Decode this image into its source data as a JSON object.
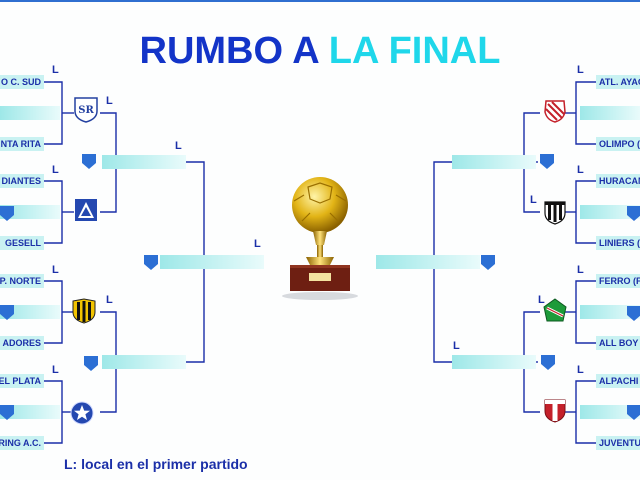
{
  "header": {
    "title_part1": "RUMBO A ",
    "title_part2": "LA FINAL"
  },
  "legend": "L: local en el primer partido",
  "local_marker": "L",
  "left_teams": [
    "O C. SUD",
    "NTA RITA",
    "DIANTES",
    "GESELL",
    "P. NORTE",
    "ADORES",
    "DEL PLATA",
    "RING A.C."
  ],
  "right_teams": [
    "ATL. AYAC",
    "OLIMPO (",
    "HURACAN",
    "LINIERS (",
    "FERRO (F",
    "ALL BOY",
    "ALPACHI",
    "JUVENTU"
  ],
  "colors": {
    "accent_blue": "#1334c8",
    "accent_cyan": "#1fd7ea",
    "bracket_line": "#1b2fa8",
    "slot_fill": "#c9f2f2"
  }
}
